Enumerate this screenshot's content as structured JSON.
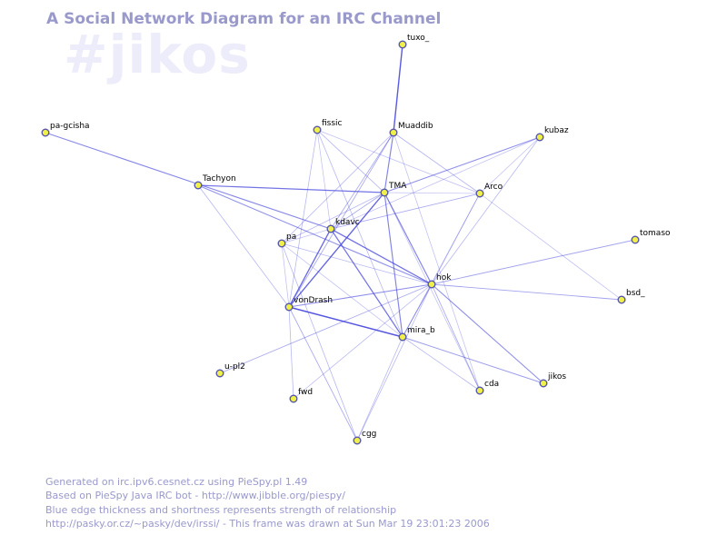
{
  "header": {
    "title": "A Social Network Diagram for an IRC Channel",
    "channel": "#jikos"
  },
  "footer": {
    "lines": [
      "Generated on irc.ipv6.cesnet.cz using PieSpy.pl 1.49",
      "Based on PieSpy Java IRC bot - http://www.jibble.org/piespy/",
      "Blue edge thickness and shortness represents strength of relationship",
      "http://pasky.or.cz/~pasky/dev/irssi/ - This frame was drawn at Sun Mar 19 23:01:23 2006"
    ]
  },
  "colors": {
    "node_fill": "#f0f04a",
    "node_stroke": "#5555aa",
    "edge": "#4444dd",
    "title": "#9999cc",
    "watermark": "#ececfa"
  },
  "nodes": [
    {
      "id": "tuxo_",
      "label": "tuxo_"
    },
    {
      "id": "pa-gcisha",
      "label": "pa-gcisha"
    },
    {
      "id": "fissic",
      "label": "fissic"
    },
    {
      "id": "Muaddib",
      "label": "Muaddib"
    },
    {
      "id": "kubaz",
      "label": "kubaz"
    },
    {
      "id": "Tachyon",
      "label": "Tachyon"
    },
    {
      "id": "TMA",
      "label": "TMA"
    },
    {
      "id": "Arco",
      "label": "Arco"
    },
    {
      "id": "kdavc",
      "label": "kdavc"
    },
    {
      "id": "pa",
      "label": "pa"
    },
    {
      "id": "tomaso",
      "label": "tomaso"
    },
    {
      "id": "hok",
      "label": "hok"
    },
    {
      "id": "bsd_",
      "label": "bsd_"
    },
    {
      "id": "vonDrash",
      "label": "vonDrash"
    },
    {
      "id": "mira_b",
      "label": "mira_b"
    },
    {
      "id": "u-pl2",
      "label": "u-pl2"
    },
    {
      "id": "fwd",
      "label": "fwd"
    },
    {
      "id": "cda",
      "label": "cda"
    },
    {
      "id": "jikos",
      "label": "jikos"
    },
    {
      "id": "cgg",
      "label": "cgg"
    }
  ],
  "edges": [
    {
      "from": "tuxo_",
      "to": "Muaddib",
      "strength": 0.9
    },
    {
      "from": "pa-gcisha",
      "to": "kdavc",
      "strength": 0.55
    },
    {
      "from": "Tachyon",
      "to": "TMA",
      "strength": 0.7
    },
    {
      "from": "Tachyon",
      "to": "hok",
      "strength": 0.5
    },
    {
      "from": "Tachyon",
      "to": "vonDrash",
      "strength": 0.2
    },
    {
      "from": "fissic",
      "to": "TMA",
      "strength": 0.25
    },
    {
      "from": "fissic",
      "to": "mira_b",
      "strength": 0.2
    },
    {
      "from": "fissic",
      "to": "Arco",
      "strength": 0.15
    },
    {
      "from": "fissic",
      "to": "vonDrash",
      "strength": 0.2
    },
    {
      "from": "fissic",
      "to": "kdavc",
      "strength": 0.15
    },
    {
      "from": "Muaddib",
      "to": "TMA",
      "strength": 0.6
    },
    {
      "from": "Muaddib",
      "to": "kdavc",
      "strength": 0.3
    },
    {
      "from": "Muaddib",
      "to": "Arco",
      "strength": 0.25
    },
    {
      "from": "Muaddib",
      "to": "pa",
      "strength": 0.2
    },
    {
      "from": "Muaddib",
      "to": "vonDrash",
      "strength": 0.3
    },
    {
      "from": "Muaddib",
      "to": "cda",
      "strength": 0.15
    },
    {
      "from": "kubaz",
      "to": "TMA",
      "strength": 0.5
    },
    {
      "from": "kubaz",
      "to": "hok",
      "strength": 0.2
    },
    {
      "from": "kubaz",
      "to": "kdavc",
      "strength": 0.15
    },
    {
      "from": "kubaz",
      "to": "Arco",
      "strength": 0.15
    },
    {
      "from": "TMA",
      "to": "hok",
      "strength": 0.6
    },
    {
      "from": "TMA",
      "to": "vonDrash",
      "strength": 0.85
    },
    {
      "from": "TMA",
      "to": "mira_b",
      "strength": 0.6
    },
    {
      "from": "TMA",
      "to": "kdavc",
      "strength": 0.3
    },
    {
      "from": "TMA",
      "to": "pa",
      "strength": 0.2
    },
    {
      "from": "TMA",
      "to": "cda",
      "strength": 0.15
    },
    {
      "from": "TMA",
      "to": "Arco",
      "strength": 0.15
    },
    {
      "from": "kdavc",
      "to": "hok",
      "strength": 0.75
    },
    {
      "from": "kdavc",
      "to": "vonDrash",
      "strength": 0.8
    },
    {
      "from": "kdavc",
      "to": "mira_b",
      "strength": 0.7
    },
    {
      "from": "kdavc",
      "to": "Arco",
      "strength": 0.3
    },
    {
      "from": "kdavc",
      "to": "pa",
      "strength": 0.15
    },
    {
      "from": "pa",
      "to": "hok",
      "strength": 0.2
    },
    {
      "from": "pa",
      "to": "vonDrash",
      "strength": 0.15
    },
    {
      "from": "pa",
      "to": "cgg",
      "strength": 0.2
    },
    {
      "from": "pa",
      "to": "mira_b",
      "strength": 0.15
    },
    {
      "from": "Arco",
      "to": "hok",
      "strength": 0.2
    },
    {
      "from": "Arco",
      "to": "mira_b",
      "strength": 0.15
    },
    {
      "from": "Arco",
      "to": "bsd_",
      "strength": 0.15
    },
    {
      "from": "hok",
      "to": "tomaso",
      "strength": 0.35
    },
    {
      "from": "hok",
      "to": "bsd_",
      "strength": 0.35
    },
    {
      "from": "hok",
      "to": "vonDrash",
      "strength": 0.5
    },
    {
      "from": "hok",
      "to": "mira_b",
      "strength": 0.4
    },
    {
      "from": "hok",
      "to": "jikos",
      "strength": 0.5
    },
    {
      "from": "hok",
      "to": "cda",
      "strength": 0.3
    },
    {
      "from": "hok",
      "to": "u-pl2",
      "strength": 0.3
    },
    {
      "from": "hok",
      "to": "fwd",
      "strength": 0.2
    },
    {
      "from": "hok",
      "to": "cgg",
      "strength": 0.2
    },
    {
      "from": "vonDrash",
      "to": "mira_b",
      "strength": 0.95
    },
    {
      "from": "vonDrash",
      "to": "cgg",
      "strength": 0.3
    },
    {
      "from": "vonDrash",
      "to": "fwd",
      "strength": 0.2
    },
    {
      "from": "mira_b",
      "to": "jikos",
      "strength": 0.4
    },
    {
      "from": "mira_b",
      "to": "cda",
      "strength": 0.2
    },
    {
      "from": "mira_b",
      "to": "cgg",
      "strength": 0.2
    }
  ]
}
